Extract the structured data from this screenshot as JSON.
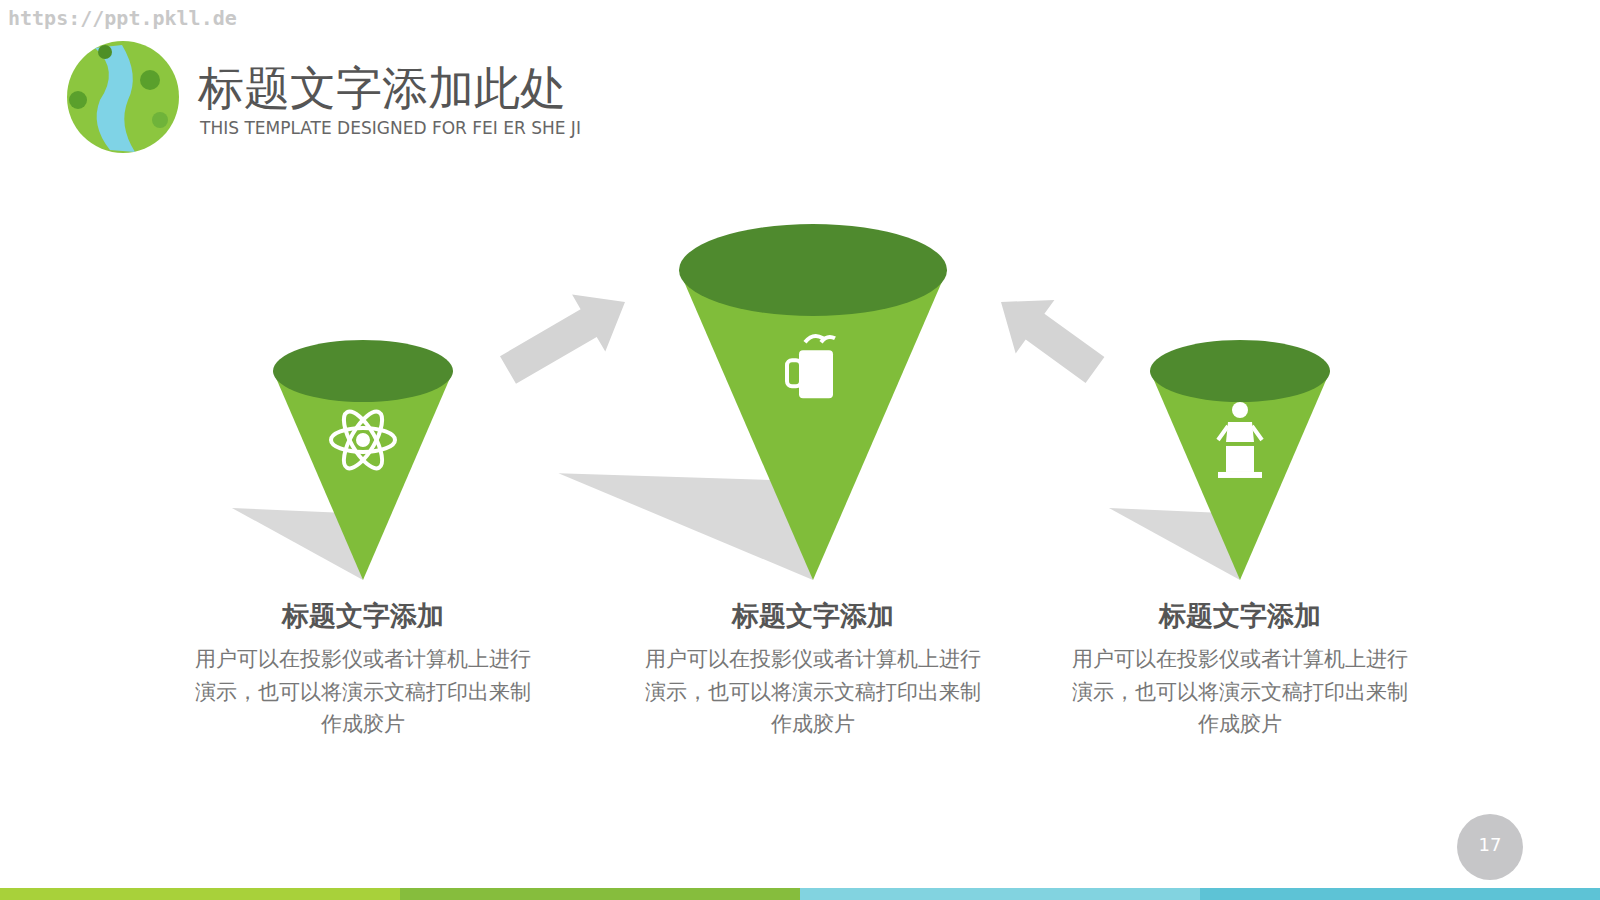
{
  "diagram": {
    "title": "标题文字添加此处",
    "nodes": [
      {
        "text": [
          "标题文字添加",
          "用户可以在投影仪或者计算机上进行演示，也可以将演示文稿打印出来制作成胶片"
        ]
      },
      {
        "text": [
          "标题文字添加",
          "用户可以在投影仪或者计算机上进行演示，也可以将演示文稿打印出来制作成胶片"
        ]
      },
      {
        "text": [
          "标题文字添加",
          "用户可以在投影仪或者计算机上进行演示，也可以将演示文稿打印出来制作成胶片"
        ]
      }
    ],
    "edges": [
      {
        "from": 0,
        "to": 1,
        "arrow": "to"
      },
      {
        "from": 2,
        "to": 1,
        "arrow": "to"
      }
    ],
    "labels": [
      "https://ppt.pkll.de",
      "THIS TEMPLATE DESIGNED FOR FEI ER SHE JI",
      "17"
    ]
  }
}
